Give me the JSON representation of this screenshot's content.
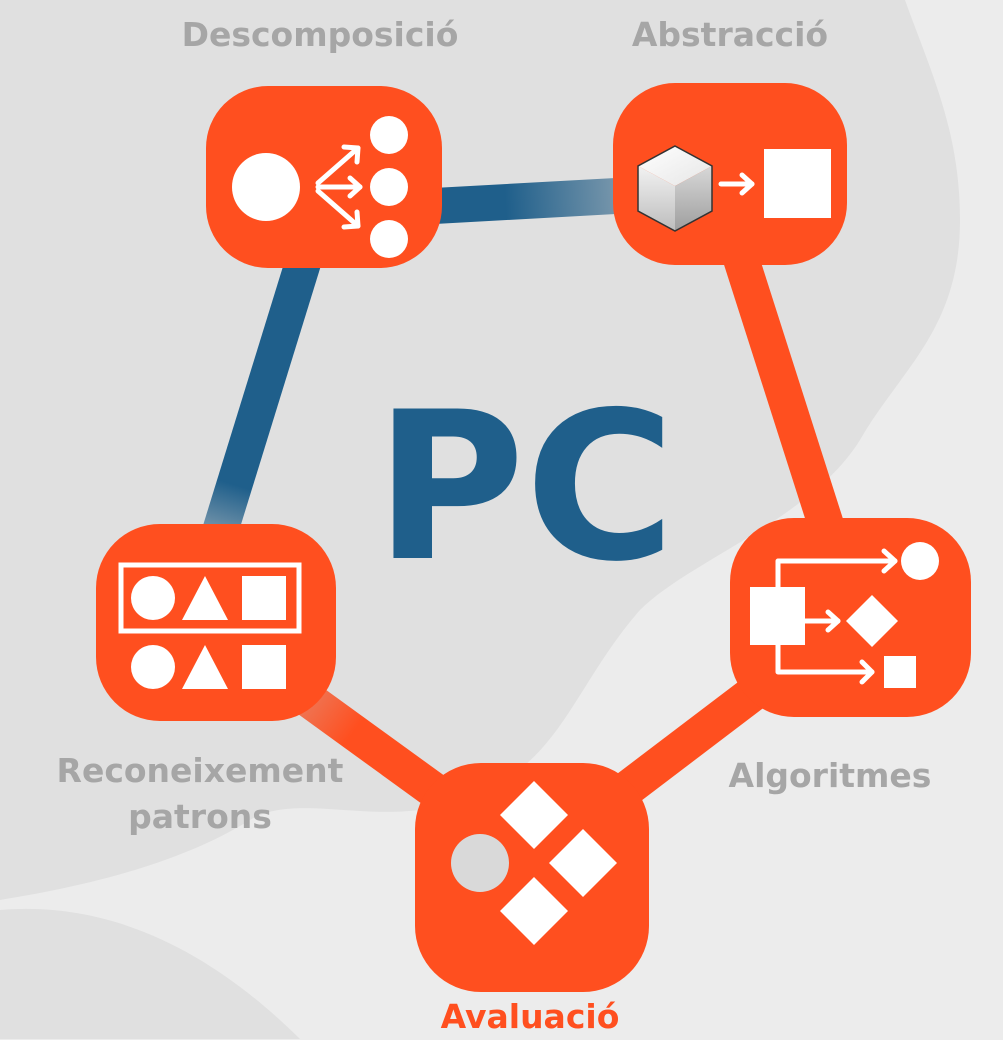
{
  "center_label": "PC",
  "stages": {
    "decomposition": "Descomposició",
    "abstraction": "Abstracció",
    "algorithms": "Algoritmes",
    "evaluation": "Avaluació",
    "pattern_recognition_line1": "Reconeixement",
    "pattern_recognition_line2": "patrons"
  },
  "colors": {
    "accent": "#ff4f1f",
    "blue": "#1f5f8b",
    "label_gray": "#a6a6a6",
    "background": "#ececec",
    "blob": "#e0e0e0"
  },
  "icons": {
    "decomposition": "decomposition-icon",
    "abstraction": "abstraction-icon",
    "algorithms": "algorithm-flow-icon",
    "evaluation": "evaluation-icon",
    "pattern_recognition": "pattern-recognition-icon"
  },
  "active_stage": "evaluation"
}
